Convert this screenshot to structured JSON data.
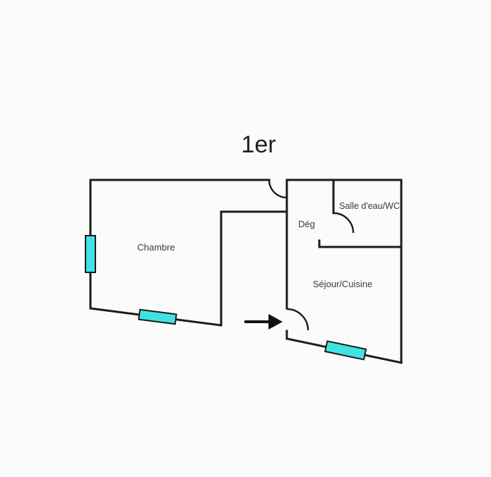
{
  "title": "1er",
  "colors": {
    "wall": "#1b1b1b",
    "window_fill": "#41e2e4",
    "window_border": "#1b1b1b",
    "background": "#fbfbfb",
    "label_text": "#3a3a3a",
    "title_text": "#1f1f1f",
    "arrow": "#111111"
  },
  "rooms": [
    {
      "id": "chambre",
      "label": "Chambre"
    },
    {
      "id": "deg",
      "label": "Dég"
    },
    {
      "id": "salle-eau-wc",
      "label": "Salle d'eau/WC"
    },
    {
      "id": "sejour-cuisine",
      "label": "Séjour/Cuisine"
    }
  ],
  "icons": {
    "entrance_arrow": "→",
    "window": "cyan rectangle on wall",
    "door": "quarter-circle swing arc"
  }
}
